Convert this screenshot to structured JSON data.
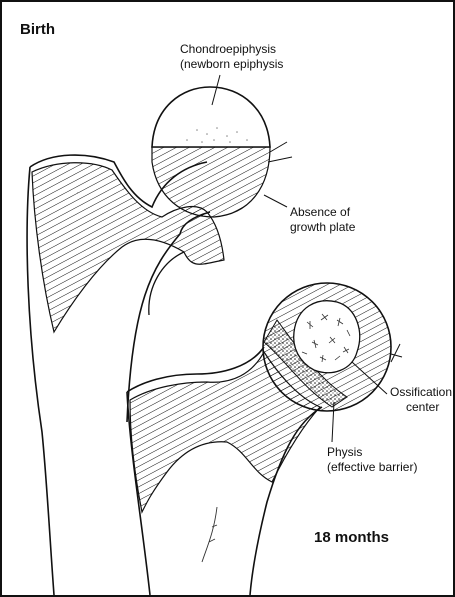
{
  "stages": {
    "birth": "Birth",
    "eighteen_months": "18 months"
  },
  "labels": {
    "chondroepiphysis_line1": "Chondroepiphysis",
    "chondroepiphysis_line2": "(newborn epiphysis",
    "absence_line1": "Absence of",
    "absence_line2": "growth plate",
    "ossification_line1": "Ossification",
    "ossification_line2": "center",
    "physis_line1": "Physis",
    "physis_line2": "(effective barrier)"
  },
  "colors": {
    "ink": "#111111",
    "background": "#ffffff"
  }
}
